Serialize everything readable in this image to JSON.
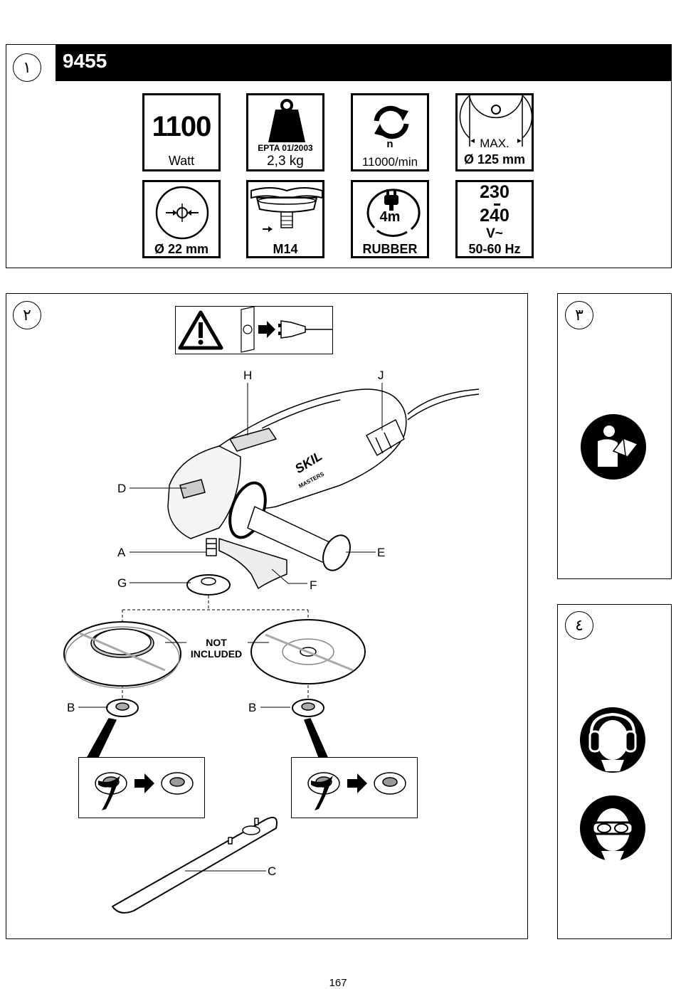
{
  "page_number": "167",
  "section1": {
    "number": "١",
    "model": "9455",
    "specs": [
      {
        "id": "power",
        "value": "1100",
        "unit": "Watt",
        "icon": "power-icon"
      },
      {
        "id": "weight",
        "standard": "EPTA 01/2003",
        "value": "2,3 kg",
        "icon": "weight-icon"
      },
      {
        "id": "speed",
        "symbol": "n",
        "value": "11000/min",
        "icon": "rotation-icon"
      },
      {
        "id": "disc-diameter",
        "label": "MAX.",
        "value": "Ø 125 mm",
        "icon": "disc-icon"
      },
      {
        "id": "bore",
        "value": "Ø 22 mm",
        "icon": "bore-icon"
      },
      {
        "id": "spindle",
        "value": "M14",
        "icon": "spindle-thread-icon"
      },
      {
        "id": "cable",
        "length": "4m",
        "value": "RUBBER",
        "icon": "power-cord-icon"
      },
      {
        "id": "voltage",
        "v1": "230",
        "v2": "240",
        "symbol": "V~",
        "value": "50-60 Hz",
        "icon": "voltage-icon"
      }
    ]
  },
  "section2": {
    "number": "٢",
    "callouts": {
      "A": "A",
      "B": "B",
      "C": "C",
      "D": "D",
      "E": "E",
      "F": "F",
      "G": "G",
      "H": "H",
      "J": "J"
    },
    "not_included": "NOT\nINCLUDED",
    "brand": "SKIL",
    "sub_brand": "MASTERS"
  },
  "section3": {
    "number": "٣",
    "icon": "read-manual-icon"
  },
  "section4": {
    "number": "٤",
    "icons": [
      "ear-protection-icon",
      "eye-protection-icon"
    ]
  }
}
